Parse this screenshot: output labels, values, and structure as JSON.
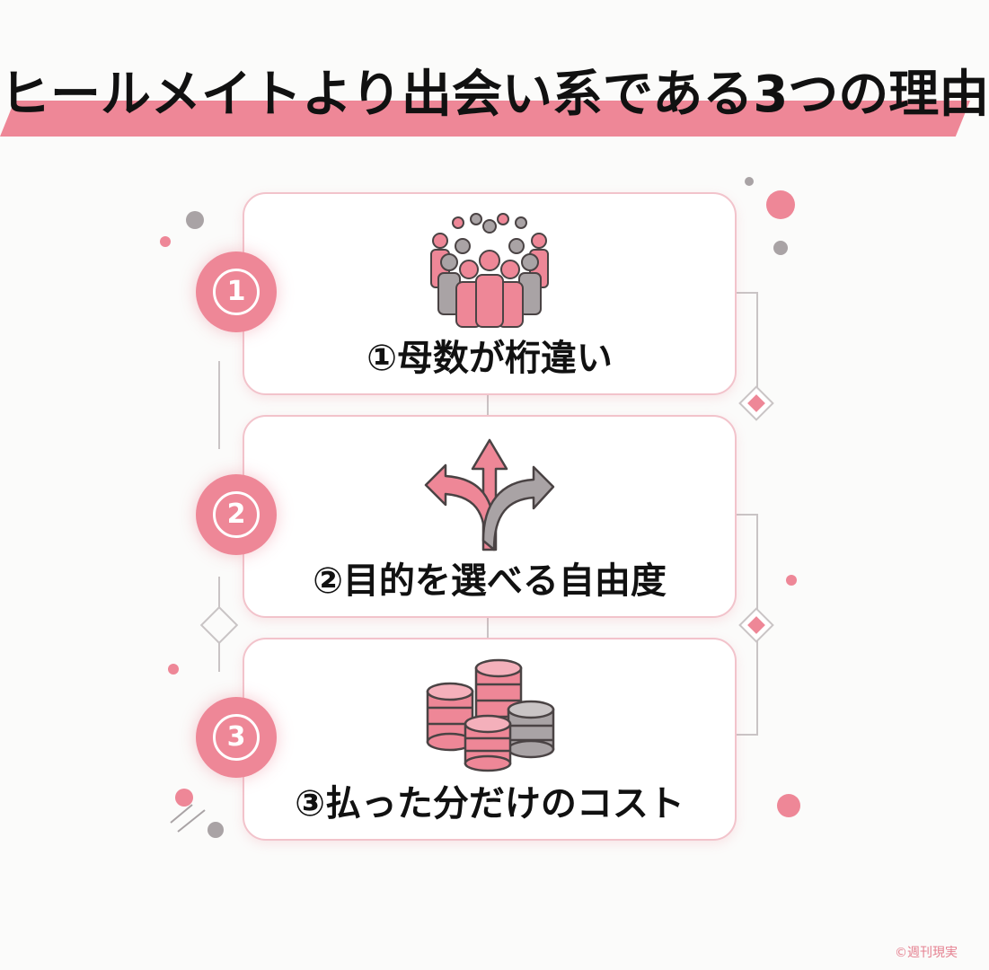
{
  "title": "ヒールメイトより出会い系である3つの理由",
  "steps": [
    {
      "number": "1",
      "label": "①母数が桁違い",
      "icon": "crowd-icon"
    },
    {
      "number": "2",
      "label": "②目的を選べる自由度",
      "icon": "branching-arrows-icon"
    },
    {
      "number": "3",
      "label": "③払った分だけのコスト",
      "icon": "coin-stacks-icon"
    }
  ],
  "copyright": "©週刊現実",
  "colors": {
    "accent": "#ee8797",
    "gray": "#9b9597",
    "background": "#fbfbfa"
  }
}
